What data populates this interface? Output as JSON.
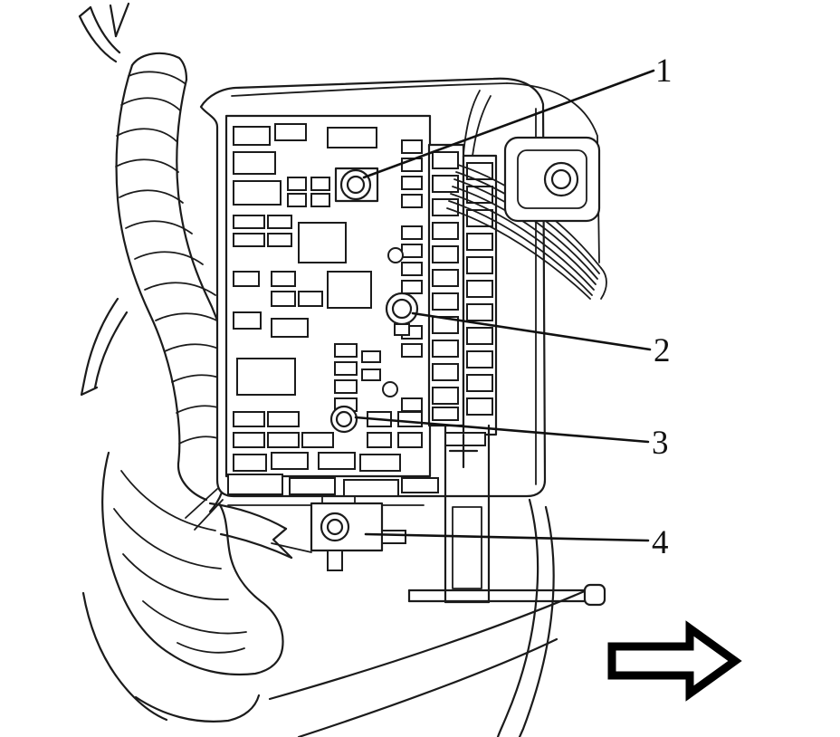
{
  "figure": {
    "kind": "technical-line-diagram",
    "subject": "underhood-fuse-block-with-wiring-harness"
  },
  "callouts": [
    {
      "id": 1,
      "label": "1"
    },
    {
      "id": 2,
      "label": "2"
    },
    {
      "id": 3,
      "label": "3"
    },
    {
      "id": 4,
      "label": "4"
    }
  ],
  "icons": {
    "direction_arrow": "right-arrow"
  },
  "colors": {
    "line": "#1b1b1b",
    "background": "#ffffff",
    "arrow_outline": "#000000"
  }
}
